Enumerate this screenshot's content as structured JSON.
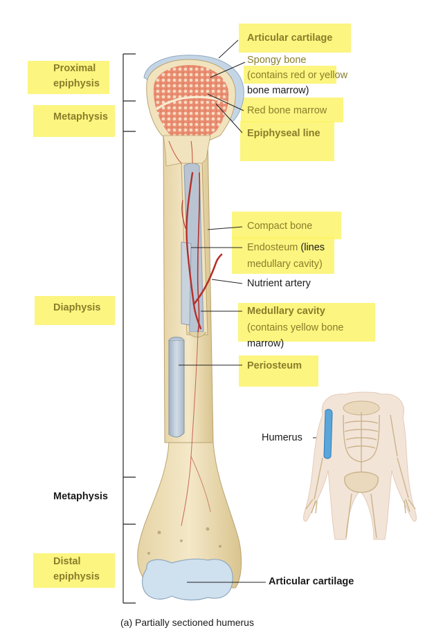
{
  "labels": {
    "articular_cartilage_top": "Articular cartilage",
    "spongy_bone_1": "Spongy  bone",
    "spongy_bone_2": "(contains red or yellow",
    "spongy_bone_3": "bone marrow)",
    "red_bone_marrow": "Red bone marrow",
    "epiphyseal_line": "Epiphyseal line",
    "compact_bone": "Compact bone",
    "endosteum": "Endosteum",
    "endosteum_note_1": "(lines",
    "endosteum_note_2": "medullary cavity)",
    "nutrient_artery": "Nutrient artery",
    "medullary_cavity": "Medullary cavity",
    "medullary_note_1": "(contains yellow bone",
    "medullary_note_2": "marrow)",
    "periosteum": "Periosteum",
    "humerus": "Humerus",
    "articular_cartilage_bottom": "Articular cartilage",
    "proximal_epiphysis_1": "Proximal",
    "proximal_epiphysis_2": "epiphysis",
    "metaphysis_top": "Metaphysis",
    "diaphysis": "Diaphysis",
    "metaphysis_bottom": "Metaphysis",
    "distal_epiphysis_1": "Distal",
    "distal_epiphysis_2": "epiphysis"
  },
  "caption": "(a) Partially sectioned humerus",
  "colors": {
    "highlight": "#fbf36a",
    "bone": "#efe0b8",
    "cartilage": "#c4d6e6",
    "artery": "#b3302a",
    "marrow": "#d8614a",
    "label_olive": "#8a7d2a"
  }
}
